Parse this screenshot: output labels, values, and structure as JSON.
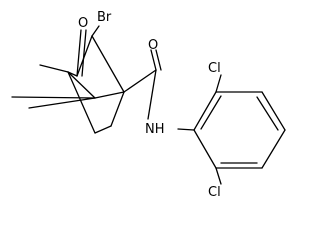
{
  "structure": {
    "atoms": {
      "bromine": "Br",
      "ketone_oxygen": "O",
      "amide_oxygen": "O",
      "amide_nitrogen": "NH",
      "chlorine_top": "Cl",
      "chlorine_bottom": "Cl"
    }
  }
}
